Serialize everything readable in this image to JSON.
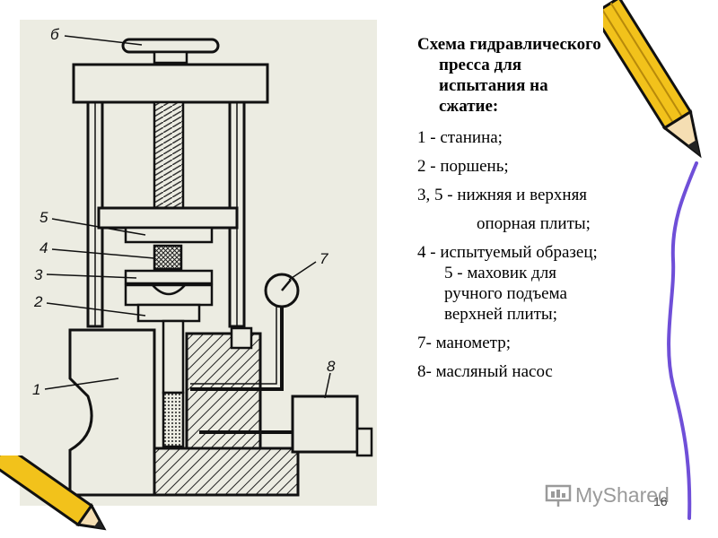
{
  "slide": {
    "title_lines": [
      "Схема гидравлического",
      "пресса для",
      "испытания на",
      "сжатие:"
    ],
    "items": [
      "1 - станина;",
      "2 - поршень;",
      "3, 5 - нижняя и верхняя",
      "опорная плиты;",
      "4 - испытуемый образец;"
    ],
    "item5_lines": [
      "5 - маховик для",
      "ручного подъема",
      "верхней плиты;"
    ],
    "item7": "7- манометр;",
    "item8": "8- масляный насос",
    "page_number": "16"
  },
  "figure": {
    "labels": [
      "б",
      "5",
      "4",
      "3",
      "2",
      "1",
      "7",
      "8"
    ]
  },
  "watermark": {
    "text": "MyShared"
  },
  "colors": {
    "pencil_yellow": "#f2c21b",
    "squiggle": "#6f4fd8",
    "hatch": "#222222"
  }
}
